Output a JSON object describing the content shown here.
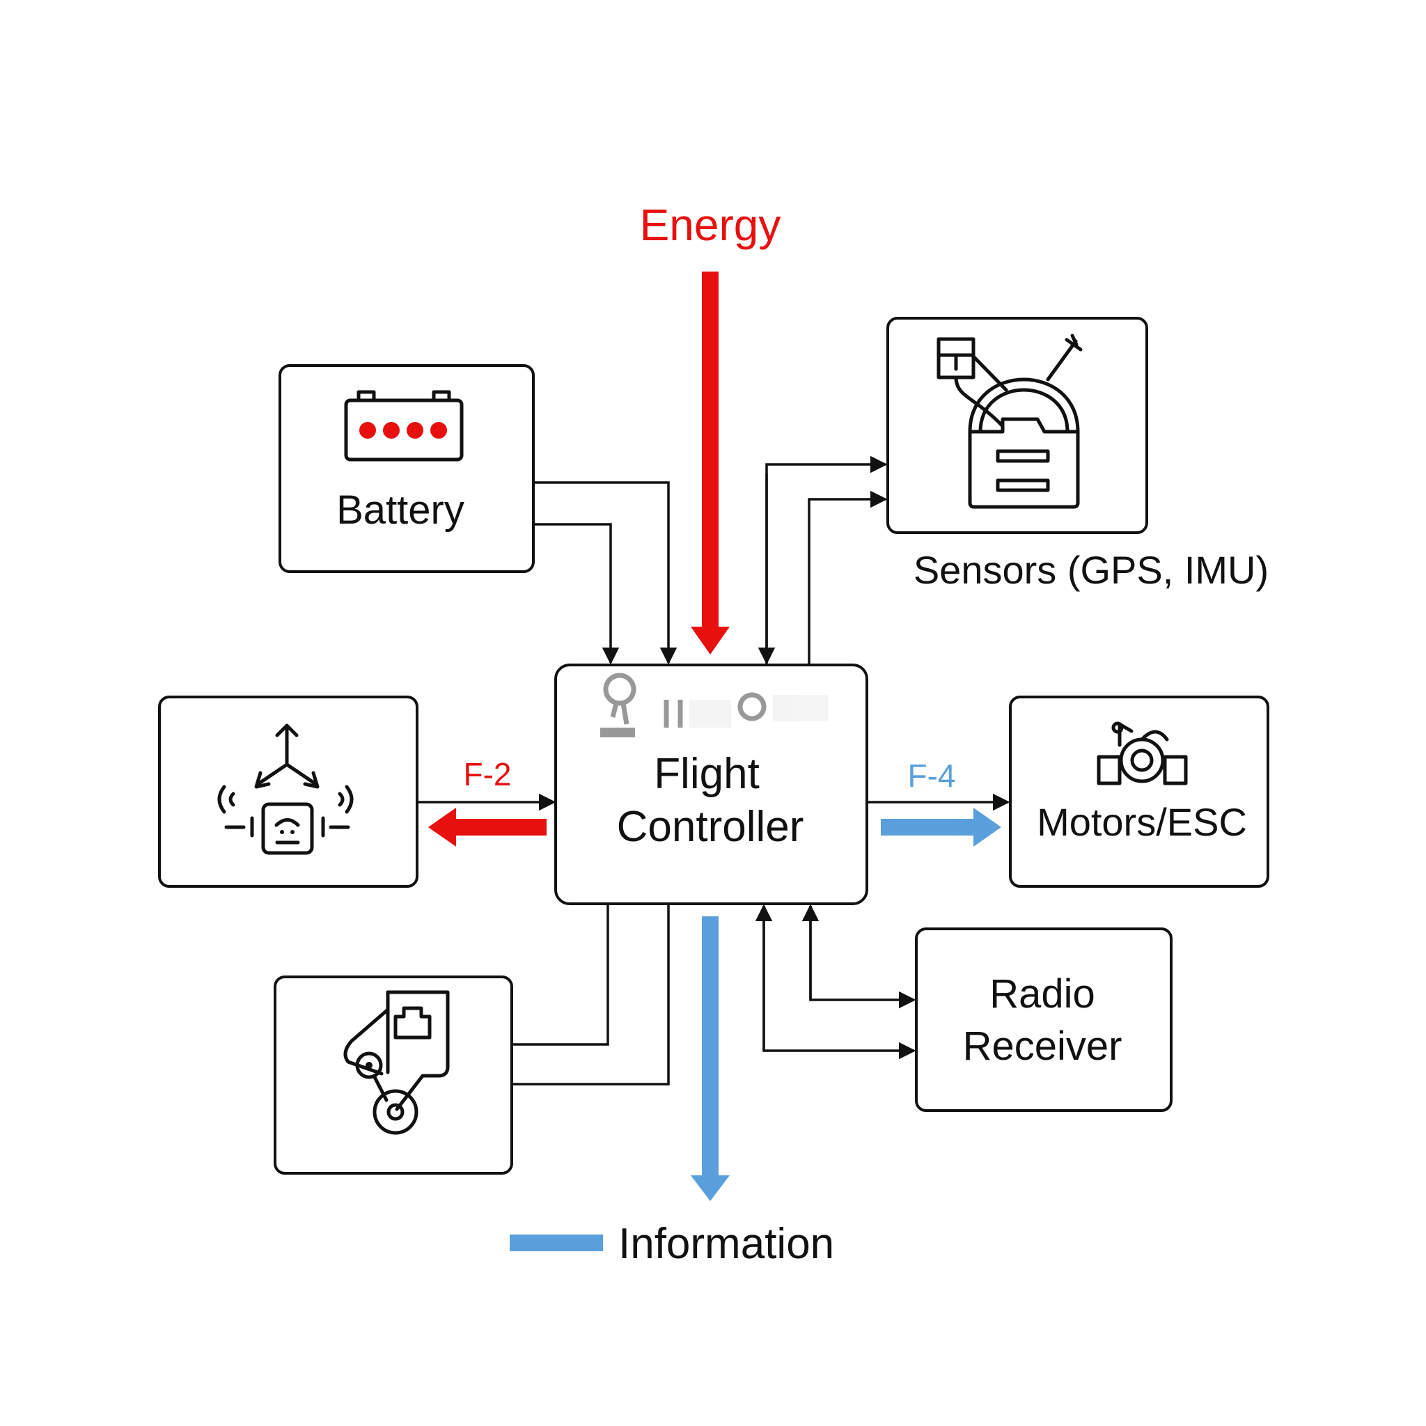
{
  "title": "Energy",
  "legend": {
    "label": "Information"
  },
  "colors": {
    "energy": "#e8100f",
    "information": "#5a9fdb",
    "stroke": "#111111"
  },
  "nodes": {
    "battery": {
      "label": "Battery",
      "icon": "battery-icon"
    },
    "sensors": {
      "label": "Sensors (GPS, IMU)",
      "icon": "sensor-gps-imu-icon"
    },
    "controller": {
      "label_line1": "Flight",
      "label_line2": "Controller"
    },
    "motors": {
      "label": "Motors/ESC",
      "icon": "motor-icon"
    },
    "radio": {
      "label_line1": "Radio",
      "label_line2": "Receiver"
    },
    "left_unit": {
      "icon": "drone-gimbal-icon"
    },
    "bottom_left_unit": {
      "icon": "robot-arm-icon"
    }
  },
  "flows": {
    "f2": "F-2",
    "f4": "F-4"
  }
}
